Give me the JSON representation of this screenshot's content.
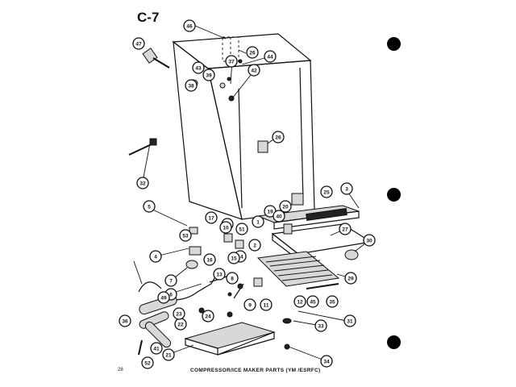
{
  "page_label": "C-7",
  "page_number": "28",
  "caption": "COMPRESSOR/ICE MAKER PARTS (YM /ESRFC)",
  "callouts": [
    "46",
    "47",
    "26",
    "44",
    "37",
    "43",
    "39",
    "38",
    "42",
    "26",
    "32",
    "5",
    "17",
    "18",
    "1",
    "19",
    "20",
    "25",
    "3",
    "27",
    "40",
    "30",
    "4",
    "53",
    "16",
    "51",
    "14",
    "2",
    "13",
    "7",
    "6",
    "15",
    "10",
    "12",
    "29",
    "8",
    "9",
    "11",
    "45",
    "35",
    "36",
    "22",
    "24",
    "23",
    "49",
    "33",
    "31",
    "41",
    "21",
    "34",
    "52"
  ]
}
